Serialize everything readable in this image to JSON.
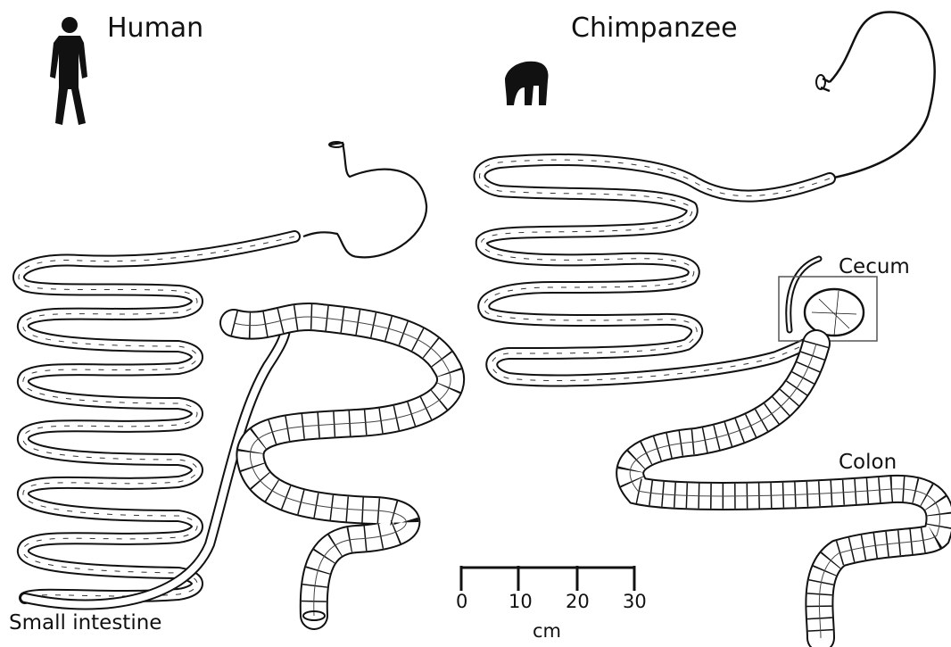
{
  "labels": {
    "human": "Human",
    "chimpanzee": "Chimpanzee",
    "cecum": "Cecum",
    "colon": "Colon",
    "small_intestine": "Small intestine"
  },
  "scale_bar": {
    "ticks": [
      "0",
      "10",
      "20",
      "30"
    ],
    "unit": "cm"
  },
  "colors": {
    "ink": "#111111",
    "paper": "#ffffff"
  },
  "icons": [
    "human-silhouette-icon",
    "chimpanzee-silhouette-icon"
  ]
}
